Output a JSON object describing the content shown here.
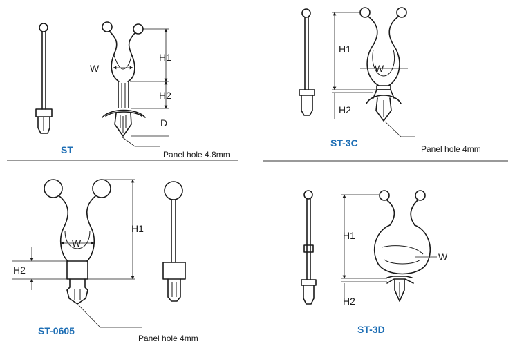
{
  "panels": [
    {
      "model": "ST",
      "panel_hole": "Panel hole 4.8mm",
      "dims": {
        "w": "W",
        "h1": "H1",
        "h2": "H2",
        "d": "D"
      }
    },
    {
      "model": "ST-3C",
      "panel_hole": "Panel hole 4mm",
      "dims": {
        "w": "W",
        "h1": "H1",
        "h2": "H2"
      }
    },
    {
      "model": "ST-0605",
      "panel_hole": "Panel hole 4mm",
      "dims": {
        "w": "W",
        "h1": "H1",
        "h2": "H2"
      }
    },
    {
      "model": "ST-3D",
      "dims": {
        "w": "W",
        "h1": "H1",
        "h2": "H2"
      }
    }
  ],
  "colors": {
    "model_label": "#1f6fb5",
    "line": "#1a1a1a"
  }
}
